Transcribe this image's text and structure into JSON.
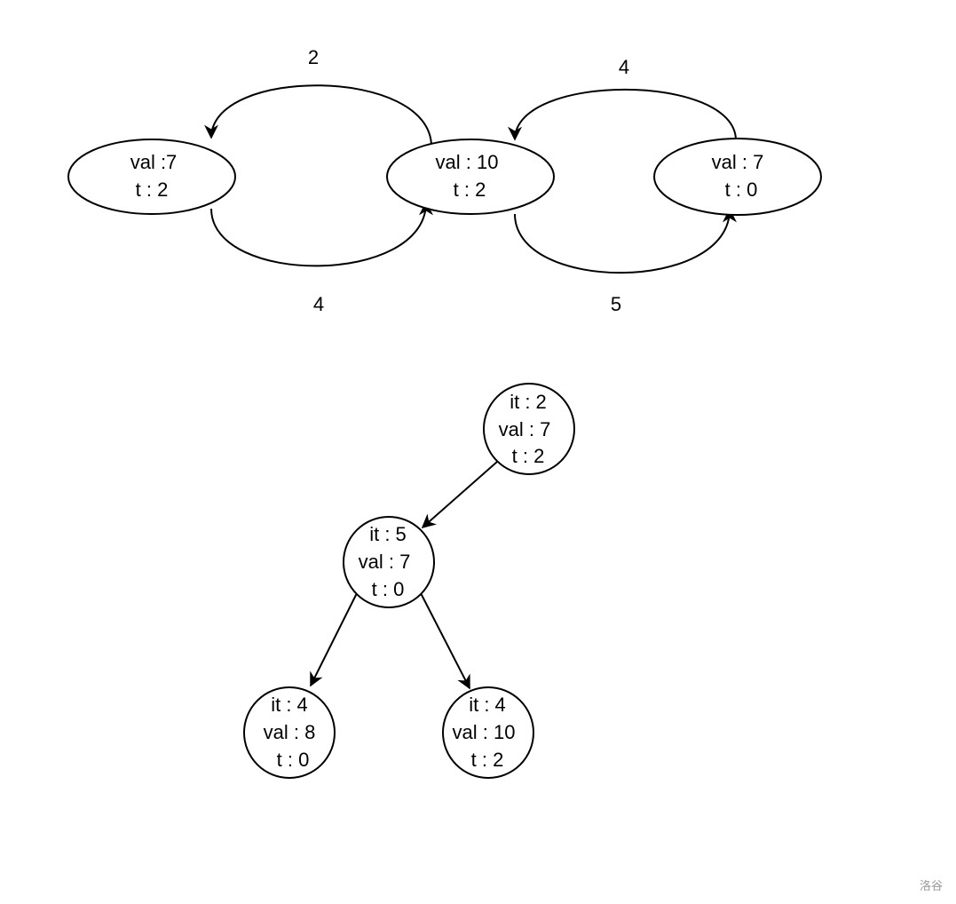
{
  "graph": {
    "nodes": [
      {
        "id": "n1",
        "lines": [
          "val :7",
          "t : 2"
        ]
      },
      {
        "id": "n2",
        "lines": [
          "val : 10",
          "t : 2"
        ]
      },
      {
        "id": "n3",
        "lines": [
          "val : 7",
          "t : 0"
        ]
      }
    ],
    "edges": [
      {
        "from": "n2",
        "to": "n1",
        "label": "2"
      },
      {
        "from": "n1",
        "to": "n2",
        "label": "4"
      },
      {
        "from": "n3",
        "to": "n2",
        "label": "4"
      },
      {
        "from": "n2",
        "to": "n3",
        "label": "5"
      }
    ]
  },
  "tree": {
    "nodes": [
      {
        "id": "a",
        "lines": [
          "it : 2",
          "val : 7",
          "t :  2"
        ]
      },
      {
        "id": "b",
        "lines": [
          "it : 5",
          "val : 7",
          "t :  0"
        ]
      },
      {
        "id": "c",
        "lines": [
          "it : 4",
          "val : 8",
          "t :  0"
        ]
      },
      {
        "id": "d",
        "lines": [
          "it : 4",
          "val : 10",
          "t :  2"
        ]
      }
    ],
    "edges": [
      {
        "from": "a",
        "to": "b"
      },
      {
        "from": "b",
        "to": "c"
      },
      {
        "from": "b",
        "to": "d"
      }
    ]
  },
  "watermark": "洛谷"
}
